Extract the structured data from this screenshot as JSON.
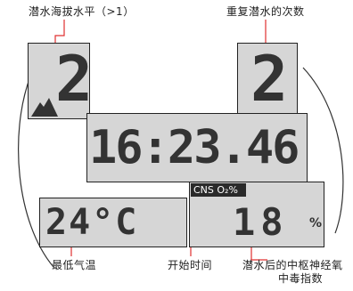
{
  "labels": {
    "altitude_level": "潜水海拔水平（>1）",
    "repeat_dives": "重复潜水的次数",
    "min_temp": "最低气温",
    "start_time": "开始时间",
    "cns_line1": "潜水后的中枢神经氧",
    "cns_line2": "中毒指数"
  },
  "display": {
    "altitude_digit": "2",
    "repeat_digit": "2",
    "time_value": "16:23.46",
    "temperature_value": "24°C",
    "cns_tag": "CNS O₂%",
    "cns_value": "18",
    "cns_unit": "%"
  },
  "colors": {
    "lcd_bg": "#d6d6d6",
    "segment": "#333333",
    "leader_line": "#e03030"
  }
}
